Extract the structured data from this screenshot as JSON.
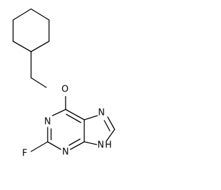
{
  "molecule": {
    "atom_labels": {
      "oxygen": "O",
      "n1": "N",
      "n3": "N",
      "n7": "N",
      "n9": "N",
      "n9_h": "H",
      "fluorine": "F"
    }
  }
}
